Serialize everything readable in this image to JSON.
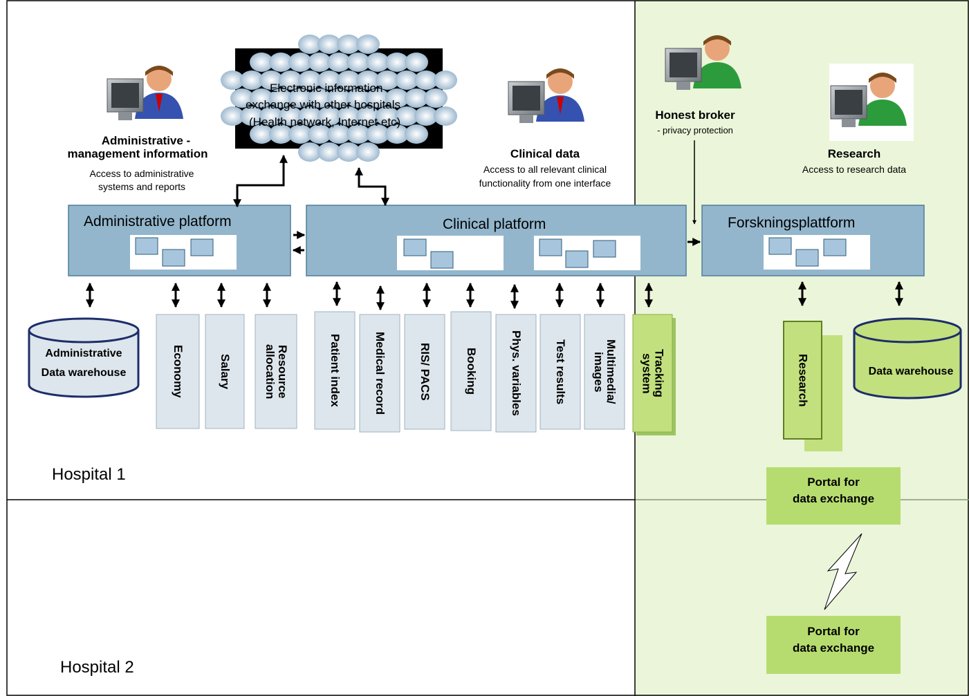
{
  "cloud_text": [
    "Electronic information",
    "exchange with other hospitals",
    "(Health network, Internet etc)"
  ],
  "users": {
    "admin": {
      "title_1": "Administrative  -",
      "title_2": "management information",
      "desc_1": "Access to administrative",
      "desc_2": "systems and reports"
    },
    "clinical": {
      "title": "Clinical data",
      "desc_1": "Access to all relevant clinical",
      "desc_2": "functionality from one interface"
    },
    "broker": {
      "title": "Honest broker",
      "desc": "- privacy protection"
    },
    "research": {
      "title": "Research",
      "desc": "Access to research data"
    }
  },
  "platforms": {
    "administrative": "Administrative platform",
    "clinical": "Clinical platform",
    "research": "Forskningsplattform"
  },
  "databases": {
    "admin_1": "Administrative",
    "admin_2": "Data warehouse",
    "research": "Data warehouse"
  },
  "admin_systems": [
    "Economy",
    "Salary",
    "Resource\nallocation"
  ],
  "clinical_systems": [
    "Patient index",
    "Medical record",
    "RIS/ PACS",
    "Booking",
    "Phys. variables",
    "Test results",
    "Multimedia/\nimages"
  ],
  "tracking_system": "Tracking\nsystem",
  "research_system": "Research",
  "portals": {
    "top_1": "Portal for",
    "top_2": "data exchange",
    "bottom_1": "Portal for",
    "bottom_2": "data exchange"
  },
  "hospitals": {
    "h1": "Hospital 1",
    "h2": "Hospital 2"
  },
  "colors": {
    "platform": "#93b6cc",
    "system_box": "#dde6ec",
    "green_zone": "#ebf5d9",
    "green_box": "#c2e07e",
    "portal": "#b6dc70"
  }
}
